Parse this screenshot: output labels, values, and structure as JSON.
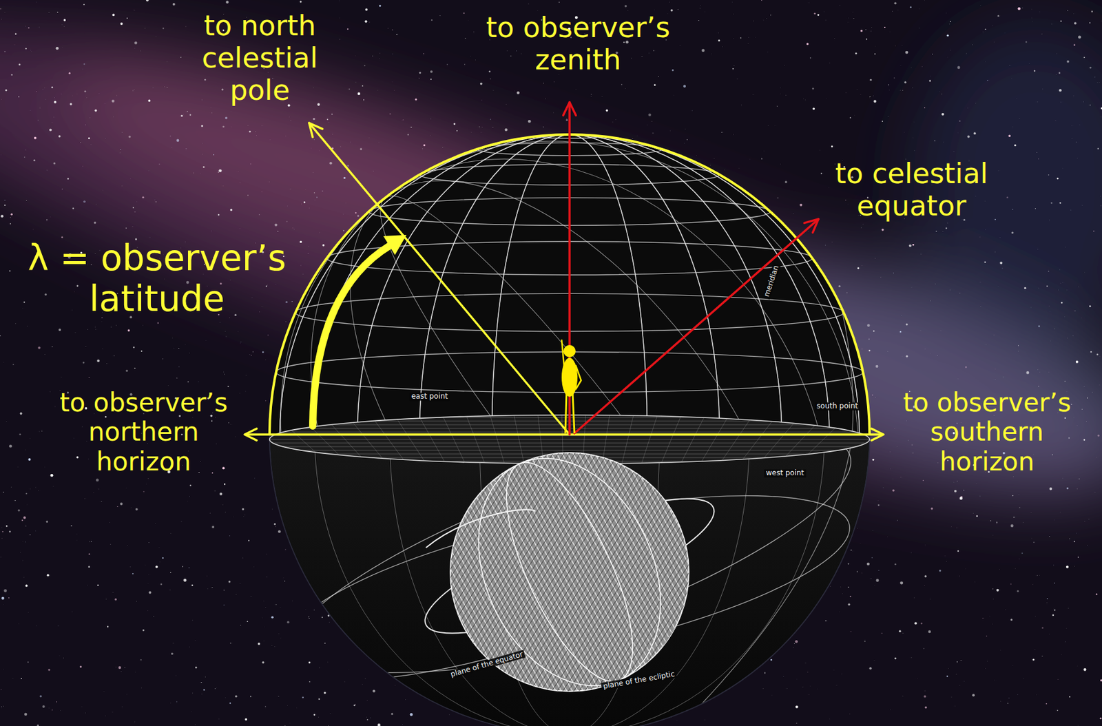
{
  "diagram": {
    "labels": [
      "to north celestial pole",
      "to observer’s zenith",
      "to celestial equator",
      "λ = observer’s latitude",
      "to observer’s northern horizon",
      "to observer’s southern horizon",
      "east point",
      "south point",
      "west point",
      "meridian",
      "plane of the equator",
      "plane of the ecliptic"
    ]
  }
}
